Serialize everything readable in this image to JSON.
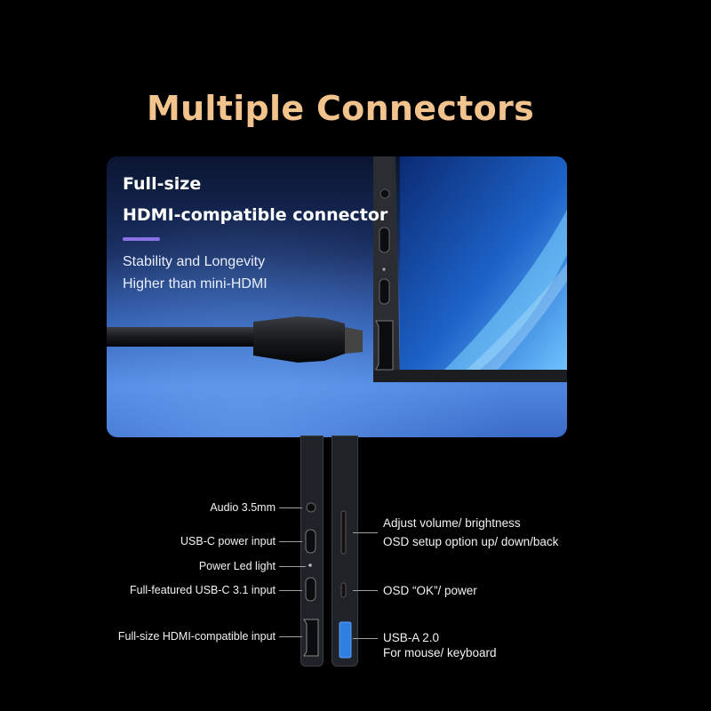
{
  "title": "Multiple Connectors",
  "hero": {
    "heading_line1": "Full-size",
    "heading_line2": "HDMI-compatible connector",
    "body_line1": "Stability and Longevity",
    "body_line2": "Higher than mini-HDMI"
  },
  "ports_left": [
    "Audio 3.5mm",
    "USB-C power input",
    "Power Led light",
    "Full-featured USB-C 3.1 input",
    "Full-size HDMI-compatible input"
  ],
  "ports_right": [
    "Adjust volume/ brightness",
    "OSD setup option up/ down/back",
    "OSD “OK”/ power",
    "USB-A 2.0",
    "For mouse/ keyboard"
  ],
  "colors": {
    "title": "#f3c38d",
    "accent_bar": "#8b72e8",
    "usb_a_port": "#2f7fe0"
  }
}
